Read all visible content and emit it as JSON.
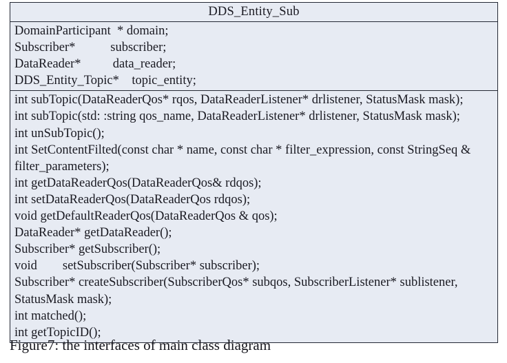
{
  "figure": {
    "caption": "Figure7: the interfaces of main class diagram"
  },
  "class_box": {
    "name": "DDS_Entity_Sub",
    "border_color": "#232733",
    "fill_color": "#e7ebf3",
    "text_color": "#1a1a22",
    "attributes": [
      "DomainParticipant  * domain;",
      "Subscriber*           subscriber;",
      "DataReader*          data_reader;",
      "DDS_Entity_Topic*    topic_entity;"
    ],
    "operations": [
      "int subTopic(DataReaderQos* rqos, DataReaderListener* drlistener, StatusMask mask);",
      "int subTopic(std: :string qos_name, DataReaderListener* drlistener, StatusMask mask);",
      "int unSubTopic();",
      "int SetContentFilted(const char * name, const char * filter_expression, const StringSeq &  filter_parameters);",
      "int getDataReaderQos(DataReaderQos& rdqos);",
      "int setDataReaderQos(DataReaderQos rdqos);",
      "void getDefaultReaderQos(DataReaderQos & qos);",
      "DataReader* getDataReader();",
      "Subscriber* getSubscriber();",
      "void        setSubscriber(Subscriber* subscriber);",
      "Subscriber* createSubscriber(SubscriberQos* subqos, SubscriberListener* sublistener, StatusMask mask);",
      "int matched();",
      "int getTopicID();"
    ]
  }
}
